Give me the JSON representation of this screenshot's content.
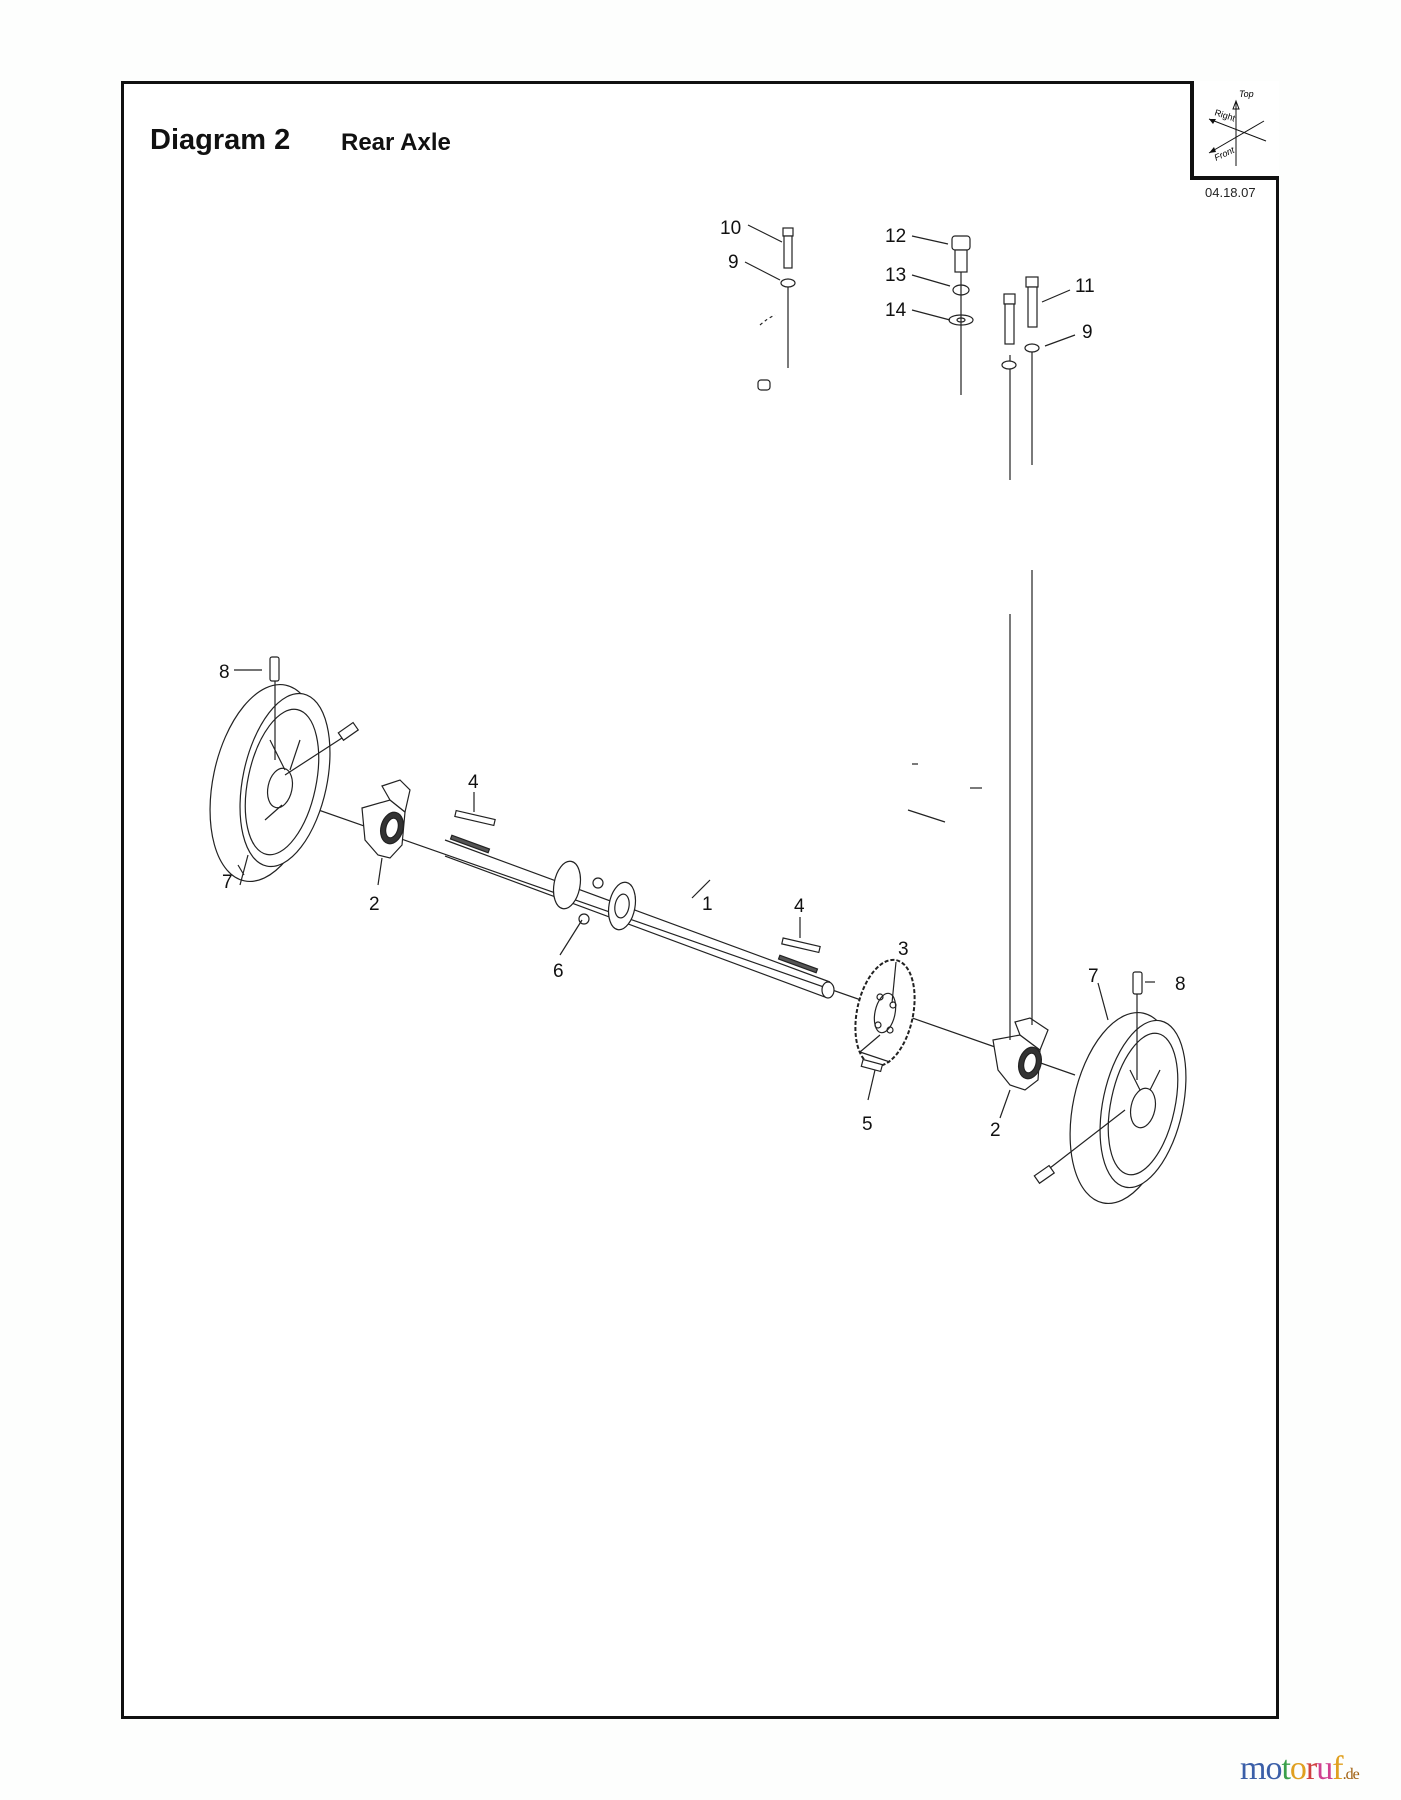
{
  "header": {
    "title": "Diagram 2",
    "subtitle": "Rear Axle",
    "date_code": "04.18.07"
  },
  "orientation_indicator": {
    "labels": [
      "Top",
      "Right",
      "Front"
    ]
  },
  "callouts": [
    {
      "id": "1",
      "part": "axle-shaft"
    },
    {
      "id": "2",
      "part": "bearing-housing"
    },
    {
      "id": "3",
      "part": "sprocket"
    },
    {
      "id": "4",
      "part": "key"
    },
    {
      "id": "5",
      "part": "bolt"
    },
    {
      "id": "6",
      "part": "nut"
    },
    {
      "id": "7",
      "part": "wheel"
    },
    {
      "id": "8",
      "part": "pin"
    },
    {
      "id": "9",
      "part": "washer"
    },
    {
      "id": "10",
      "part": "bolt"
    },
    {
      "id": "11",
      "part": "bolt"
    },
    {
      "id": "12",
      "part": "bolt"
    },
    {
      "id": "13",
      "part": "lock-washer"
    },
    {
      "id": "14",
      "part": "flat-washer"
    }
  ],
  "labels": {
    "c1": "1",
    "c2a": "2",
    "c2b": "2",
    "c3": "3",
    "c4a": "4",
    "c4b": "4",
    "c5": "5",
    "c6": "6",
    "c7a": "7",
    "c7b": "7",
    "c8a": "8",
    "c8b": "8",
    "c9a": "9",
    "c9b": "9",
    "c10": "10",
    "c11": "11",
    "c12": "12",
    "c13": "13",
    "c14": "14"
  },
  "watermark": {
    "letters": [
      "m",
      "o",
      "t",
      "o",
      "r",
      "u",
      "f"
    ],
    "colors": [
      "#3b5fa8",
      "#3b5fa8",
      "#3aa04a",
      "#e0a020",
      "#d04040",
      "#d04090",
      "#e0a020"
    ],
    "suffix": ".de"
  }
}
